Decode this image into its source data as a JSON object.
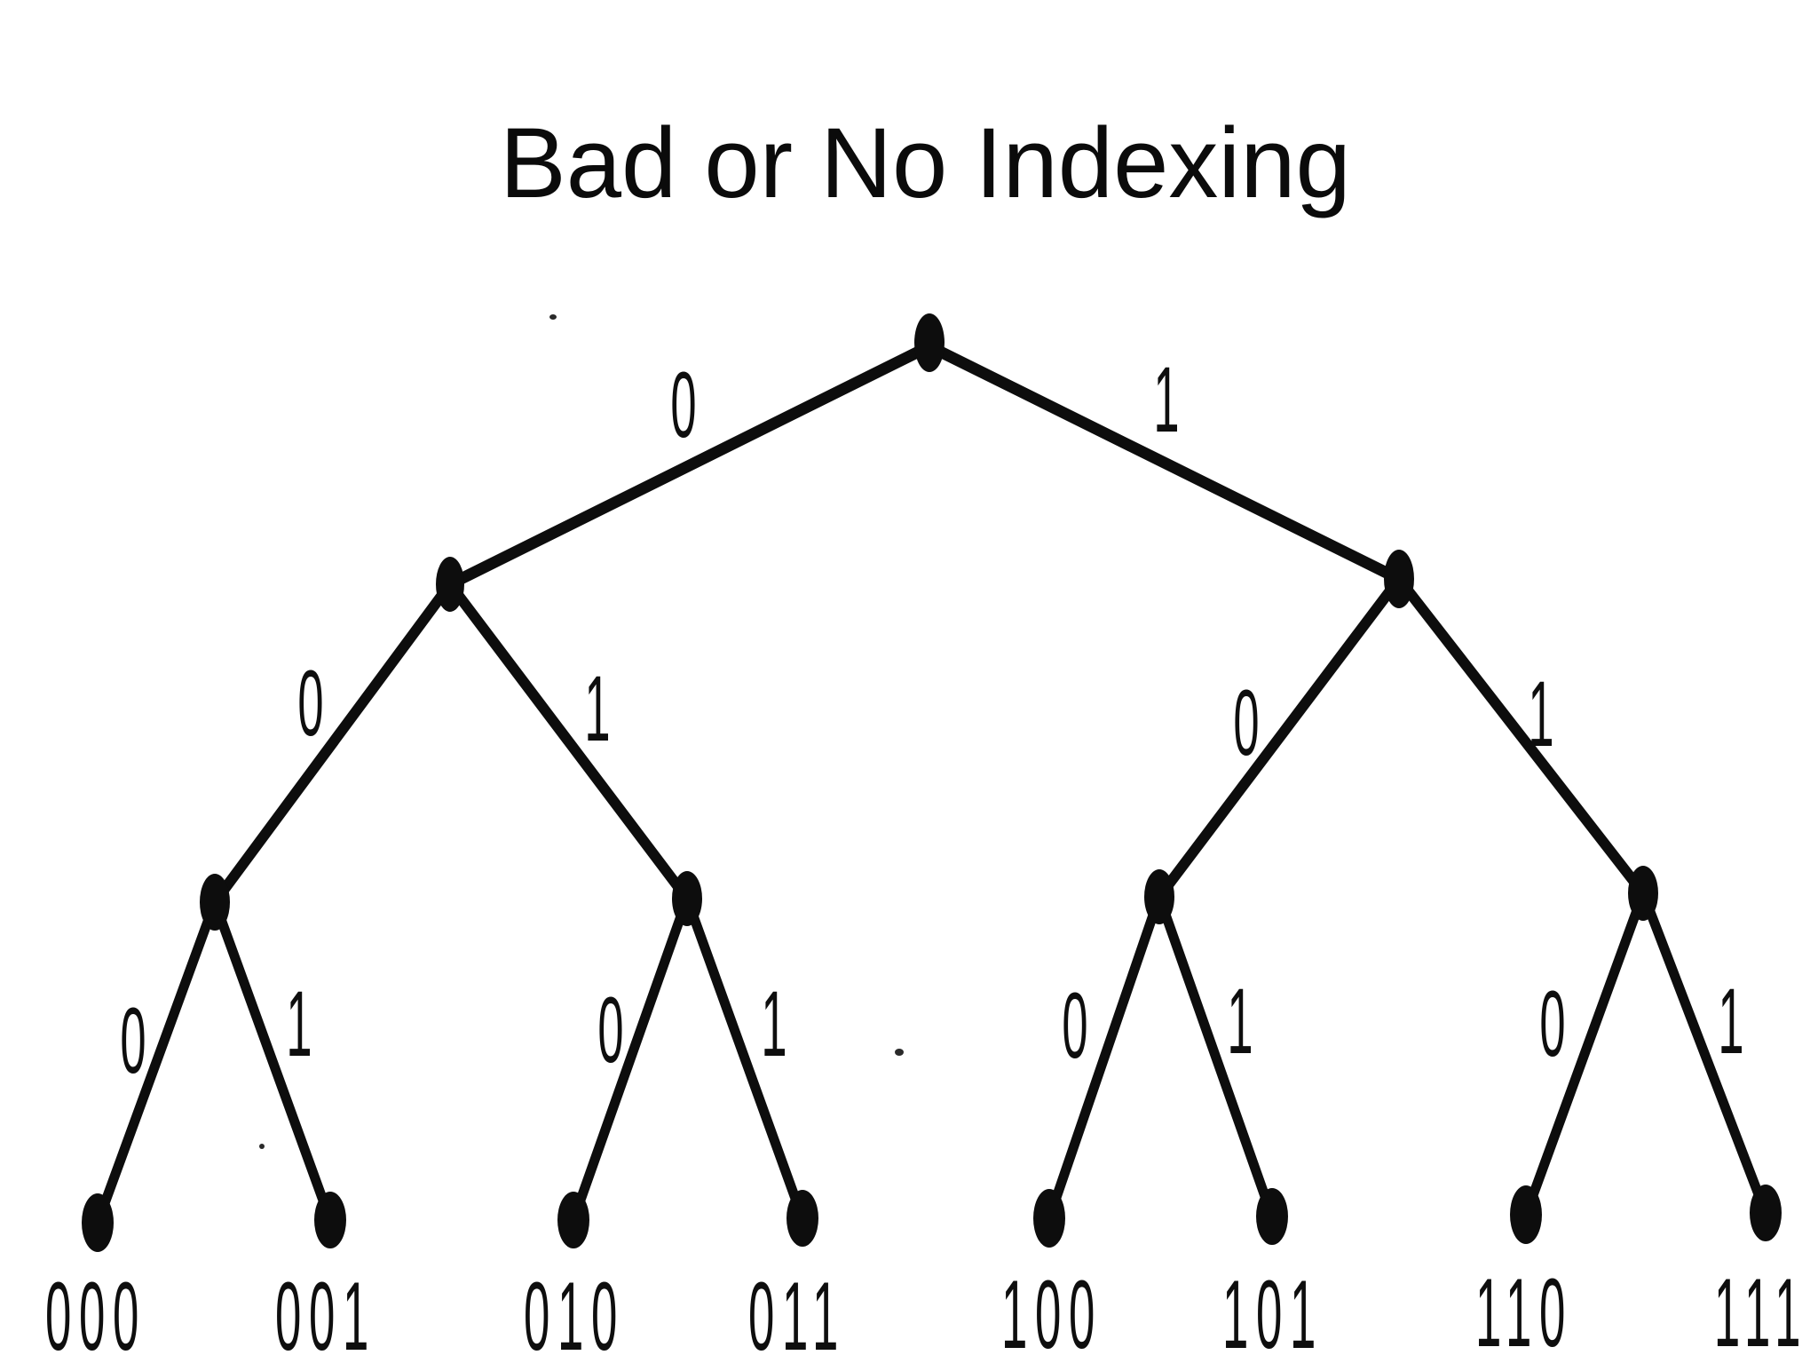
{
  "title": "Bad or No Indexing",
  "colors": {
    "ink": "#0d0d0d",
    "background": "#ffffff"
  },
  "diagram": {
    "type": "binary-tree",
    "depth": 3,
    "description": "Complete binary search trie; left branches labeled 0, right branches labeled 1; leaves labeled with 3-bit codes",
    "edge_labels": [
      "0",
      "1",
      "0",
      "1",
      "0",
      "1",
      "0",
      "1",
      "0",
      "1",
      "0",
      "1",
      "0",
      "1"
    ],
    "leaf_labels": [
      "000",
      "001",
      "010",
      "011",
      "100",
      "101",
      "110",
      "111"
    ]
  }
}
